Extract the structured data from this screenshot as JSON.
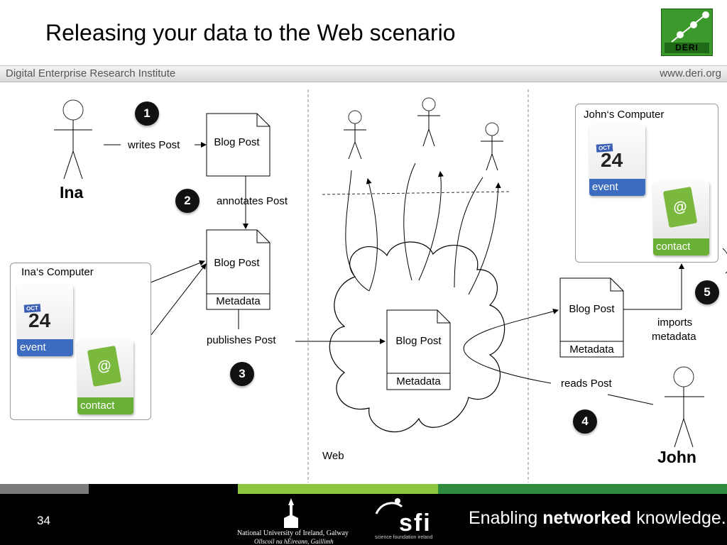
{
  "header": {
    "title": "Releasing your data to the Web scenario",
    "logo_text": "DERI",
    "institute": "Digital Enterprise Research Institute",
    "website": "www.deri.org"
  },
  "diagram": {
    "actors": {
      "ina": "Ina",
      "john": "John"
    },
    "steps": {
      "writes": "writes Post",
      "annotates": "annotates Post",
      "publishes": "publishes Post",
      "reads": "reads Post",
      "imports_line1": "imports",
      "imports_line2": "metadata"
    },
    "badges": [
      "1",
      "2",
      "3",
      "4",
      "5"
    ],
    "docs": {
      "blog_post": "Blog Post",
      "metadata": "Metadata"
    },
    "computers": {
      "ina": "Ina‘s Computer",
      "john": "John‘s Computer"
    },
    "apps": {
      "calendar_month": "OCT",
      "calendar_day": "24",
      "calendar_label": "event",
      "contact_symbol": "@",
      "contact_label": "contact"
    },
    "web_label": "Web"
  },
  "footer": {
    "slide_number": "34",
    "tagline_pre": "Enabling ",
    "tagline_bold": "networked",
    "tagline_post": " knowledge.",
    "nui_name": "National University of Ireland, Galway",
    "nui_irish": "Ollscoil na hÉireann, Gaillimh",
    "sfi_word": "sfi",
    "sfi_sub": "science foundation ireland"
  }
}
